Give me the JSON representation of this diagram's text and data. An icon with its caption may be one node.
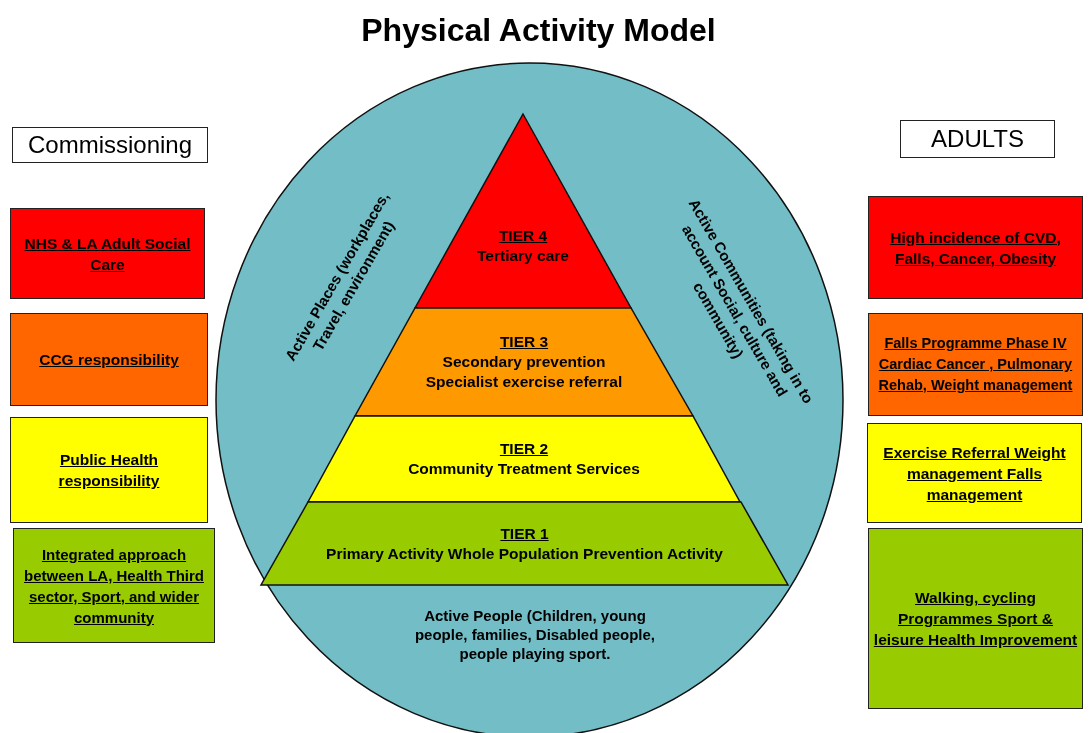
{
  "diagram": {
    "title": "Physical Activity Model",
    "nodes": [
      {
        "text": [
          "Commissioning"
        ]
      },
      {
        "text": [
          "NHS & LA Adult Social Care"
        ]
      },
      {
        "text": [
          "CCG responsibility"
        ]
      },
      {
        "text": [
          "Public Health responsibility"
        ]
      },
      {
        "text": [
          "Integrated approach between LA, Health Third sector, Sport, and wider community"
        ]
      },
      {
        "text": [
          "Active Places (workplaces, Travel, environment)",
          "Active Communities (taking in to account  Social, culture and community)",
          "Active People (Children, young people, families, Disabled people, people playing sport."
        ]
      },
      {
        "text": [
          "TIER 4",
          "Tertiary care"
        ],
        "in": 5
      },
      {
        "text": [
          "TIER 3",
          "Secondary prevention Specialist exercise referral"
        ],
        "in": 5
      },
      {
        "text": [
          "TIER 2",
          "Community  Treatment Services"
        ],
        "in": 5
      },
      {
        "text": [
          "TIER 1",
          "Primary Activity Whole Population Prevention Activity"
        ],
        "in": 5
      },
      {
        "text": [
          "ADULTS"
        ]
      },
      {
        "text": [
          "High incidence of CVD, Falls, Cancer, Obesity"
        ]
      },
      {
        "text": [
          "Falls Programme Phase IV Cardiac Cancer , Pulmonary Rehab, Weight management"
        ]
      },
      {
        "text": [
          "Exercise Referral Weight management Falls management"
        ]
      },
      {
        "text": [
          "Walking, cycling Programmes Sport & leisure Health Improvement"
        ]
      }
    ],
    "edges": []
  }
}
